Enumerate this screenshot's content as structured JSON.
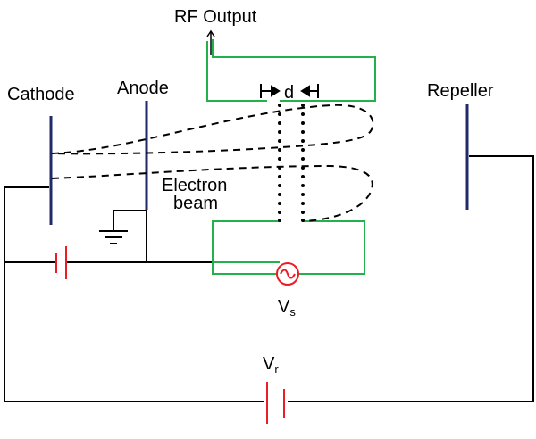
{
  "labels": {
    "rf_output": "RF Output",
    "cathode": "Cathode",
    "anode": "Anode",
    "repeller": "Repeller",
    "electron_beam_line1": "Electron",
    "electron_beam_line2": "beam",
    "gap": "d",
    "vs_main": "V",
    "vs_sub": "s",
    "vr_main": "V",
    "vr_sub": "r"
  },
  "colors": {
    "electrode": "#1f2a6b",
    "cavity": "#22b14c",
    "source": "#ed1c24",
    "wire": "#000000"
  }
}
